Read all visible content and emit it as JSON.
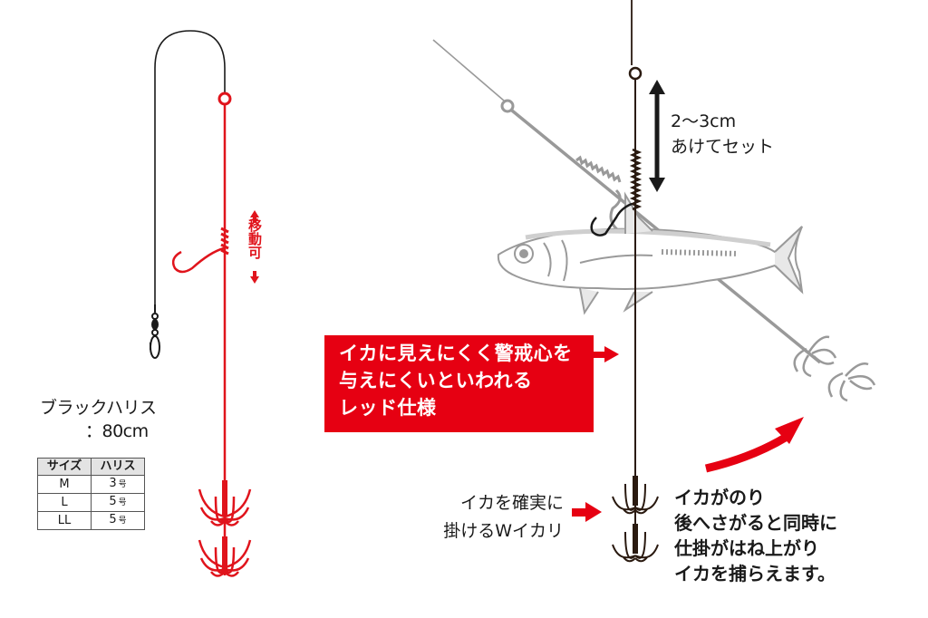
{
  "left_rig": {
    "line_label": "ブラックハリス",
    "line_length": "：80cm",
    "movable_label": "移動可",
    "leader_color": "#e0141c",
    "size_table": {
      "headers": [
        "サイズ",
        "ハリス"
      ],
      "rows": [
        {
          "size": "M",
          "harisu": "3",
          "unit": "号"
        },
        {
          "size": "L",
          "harisu": "5",
          "unit": "号"
        },
        {
          "size": "LL",
          "harisu": "5",
          "unit": "号"
        }
      ]
    }
  },
  "right_rig": {
    "gap_label_line1": "2〜3cm",
    "gap_label_line2": "あけてセット",
    "red_callout": {
      "line1": "イカに見えにくく警戒心を",
      "line2": "与えにくいといわれる",
      "line3": "レッド仕様",
      "background": "#e60012"
    },
    "w_ika_line1": "イカを確実に",
    "w_ika_line2": "掛けるWイカリ",
    "action_line1": "イカがのり",
    "action_line2": "後へさがると同時に",
    "action_line3": "仕掛がはね上がり",
    "action_line4": "イカを捕らえます。"
  },
  "colors": {
    "accent_red": "#e60012",
    "line_black": "#1a1a1a",
    "fish_gray": "#9a9a9a"
  }
}
